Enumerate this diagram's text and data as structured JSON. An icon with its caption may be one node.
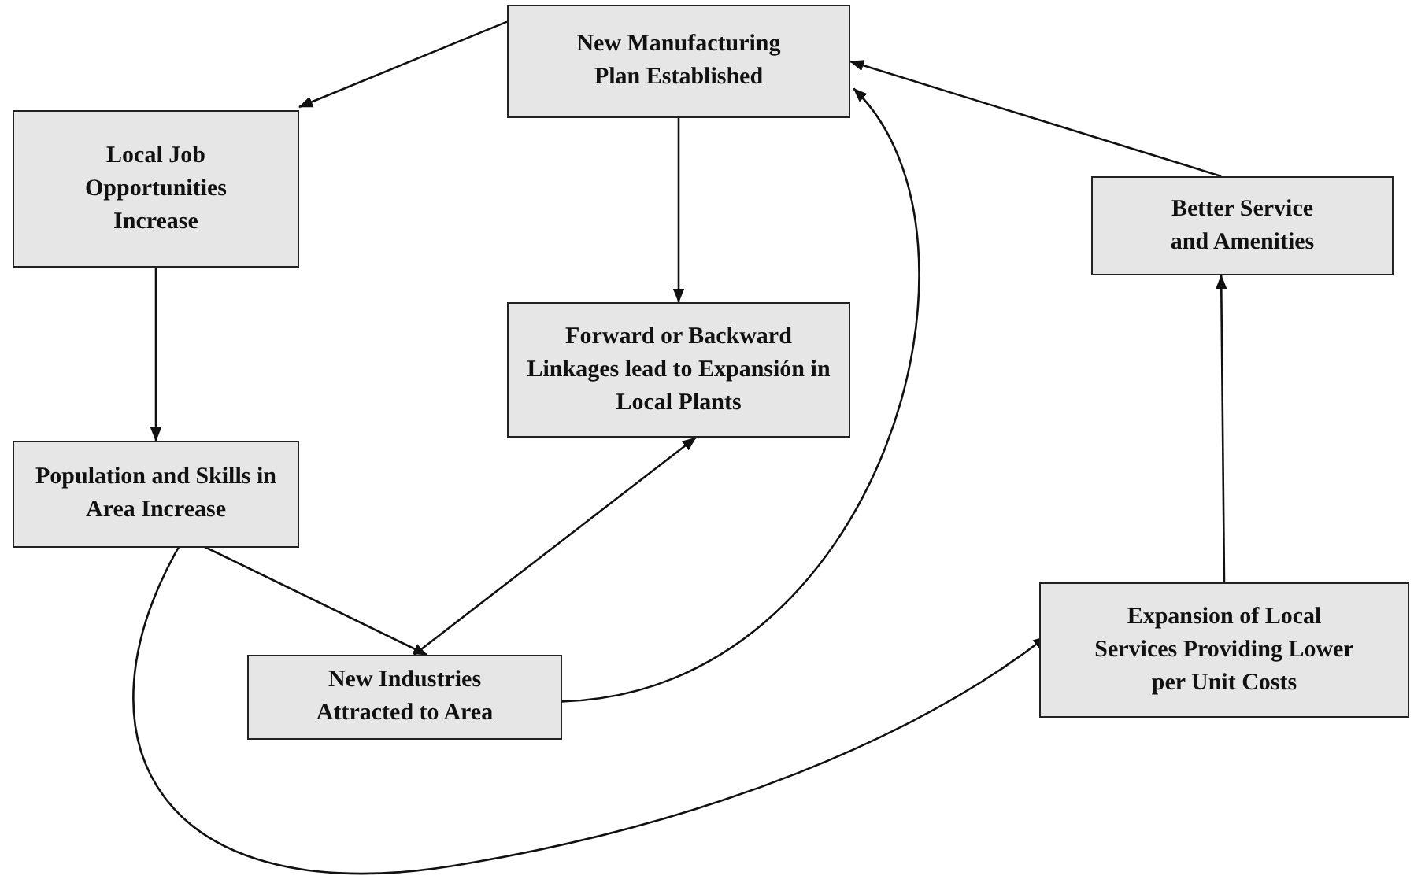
{
  "diagram": {
    "nodes": [
      {
        "text": [
          "New Manufacturing Plan Established"
        ]
      },
      {
        "text": [
          "Local Job Opportunities Increase"
        ]
      },
      {
        "text": [
          "Better Service and Amenities"
        ]
      },
      {
        "text": [
          "Forward or Backward Linkages lead to Expansión in Local Plants"
        ]
      },
      {
        "text": [
          "Population and Skills in Area Increase"
        ]
      },
      {
        "text": [
          "New Industries Attracted to Area"
        ]
      },
      {
        "text": [
          "Expansion of Local Services Providing Lower per Unit Costs"
        ]
      }
    ],
    "edges": [
      {
        "from": 0,
        "to": 1,
        "arrow": "to"
      },
      {
        "from": 0,
        "to": 3,
        "arrow": "to"
      },
      {
        "from": 1,
        "to": 4,
        "arrow": "to"
      },
      {
        "from": 4,
        "to": 5,
        "arrow": "to"
      },
      {
        "from": 5,
        "to": 3,
        "arrow": "to"
      },
      {
        "from": 5,
        "to": 0,
        "arrow": "to"
      },
      {
        "from": 4,
        "to": 6,
        "arrow": "to"
      },
      {
        "from": 6,
        "to": 2,
        "arrow": "to"
      },
      {
        "from": 2,
        "to": 0,
        "arrow": "to"
      }
    ]
  }
}
